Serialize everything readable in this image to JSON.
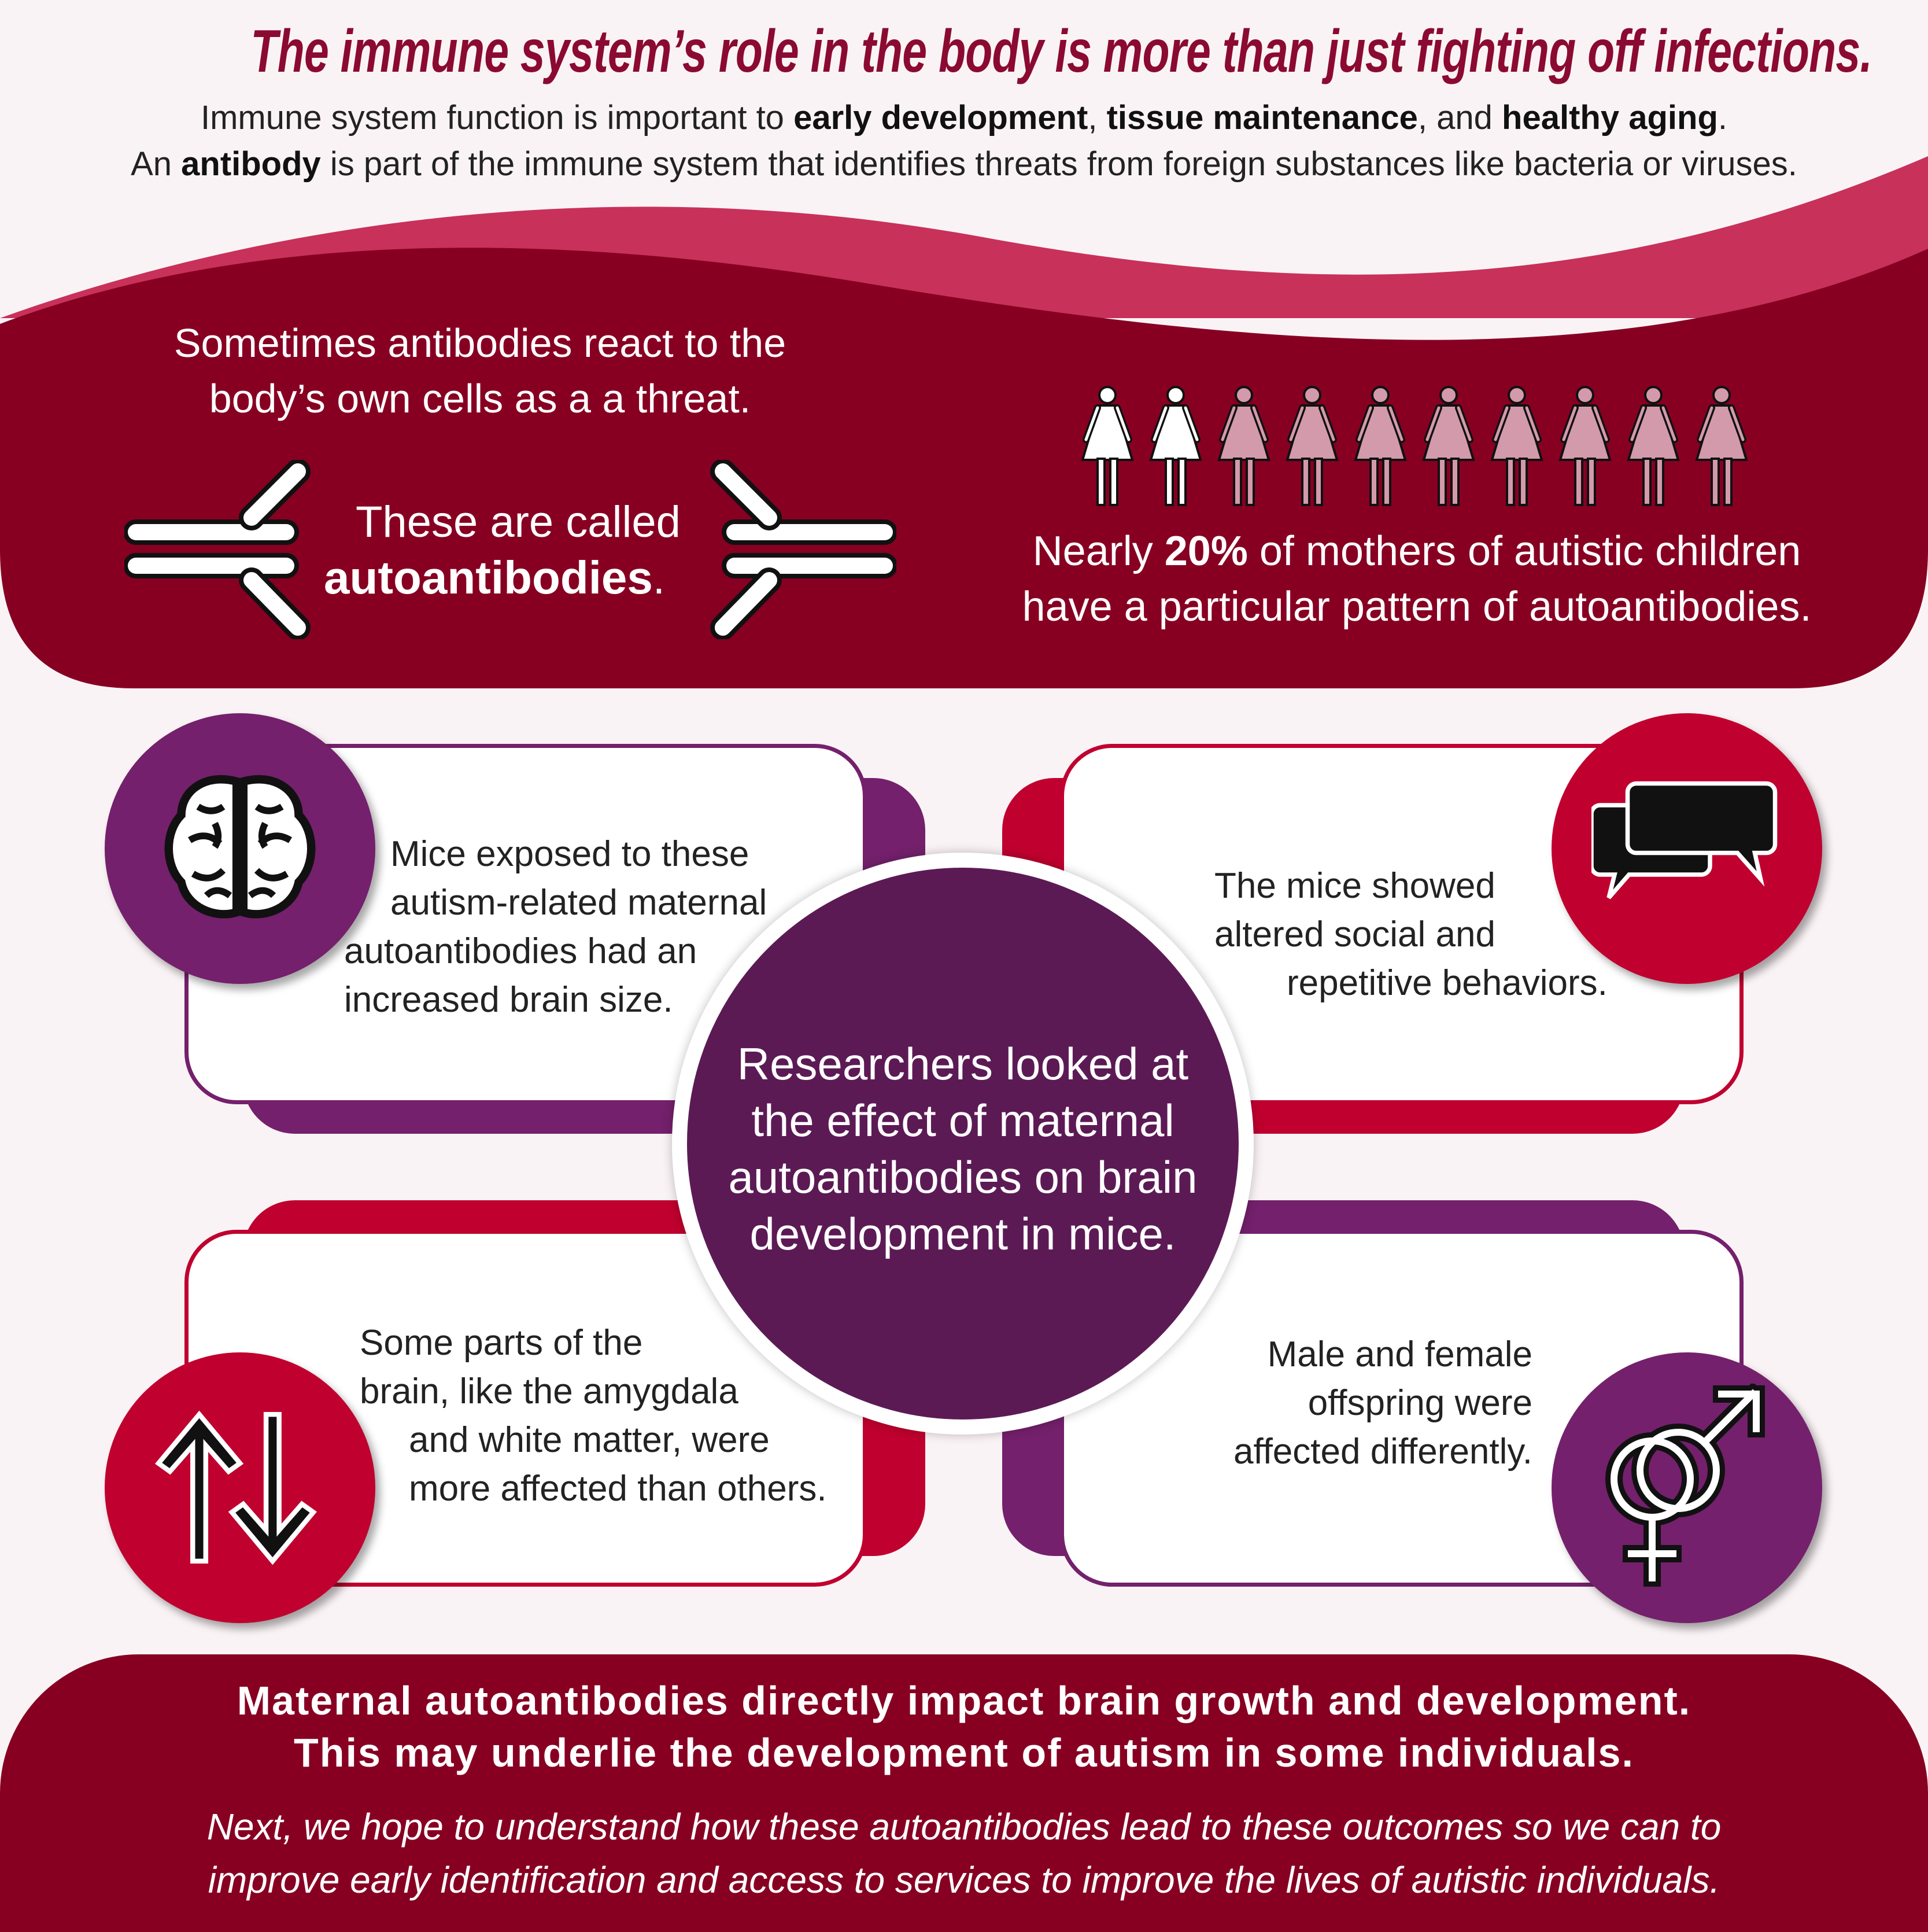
{
  "colors": {
    "dark_red": "#870022",
    "wave_pink": "#c8315a",
    "purple": "#74206c",
    "red": "#c0002f",
    "center_purple": "#5c1a55",
    "woman_highlight": "#ffffff",
    "woman_other": "#d39aab"
  },
  "header": {
    "title": "The immune system’s role in the body is more than just fighting off infections.",
    "line1": {
      "a": "Immune system function is important to ",
      "b1": "early development",
      ",": ", ",
      "b2": "tissue maintenance",
      "c": ", and ",
      "b3": "healthy aging",
      "d": "."
    },
    "line2": {
      "a": "An ",
      "b": "antibody",
      "c": " is part of the immune system that identifies threats from foreign substances like bacteria or viruses."
    }
  },
  "band": {
    "intro": [
      "Sometimes antibodies react to the",
      "body’s own cells as a a threat."
    ],
    "called": "These are called",
    "term": "autoantibodies",
    "period": ".",
    "stat_pre": "Nearly ",
    "stat_value": "20%",
    "stat_post": " of mothers of autistic children",
    "stat_line2": "have a particular pattern of autoantibodies.",
    "women_icons": {
      "total": 10,
      "highlighted": 2
    }
  },
  "center": [
    "Researchers looked at",
    "the effect of maternal",
    "autoantibodies on brain",
    "development in mice."
  ],
  "cards": {
    "brain": [
      "Mice exposed to these",
      "autism-related maternal",
      "autoantibodies had an",
      "increased brain size."
    ],
    "social": [
      "The mice showed",
      "altered social and",
      "repetitive behaviors."
    ],
    "regions": [
      "Some parts of the",
      "brain, like the amygdala",
      "and white matter, were",
      "more affected than others."
    ],
    "sex": [
      "Male and female",
      "offspring were",
      "affected differently."
    ]
  },
  "footer": {
    "bold": [
      "Maternal autoantibodies directly impact brain growth and development.",
      "This may underlie the development of autism in some individuals."
    ],
    "italic": [
      "Next, we hope to understand how these autoantibodies lead to these outcomes so we can to",
      "improve early identification and access to services to improve the lives of autistic individuals."
    ]
  }
}
